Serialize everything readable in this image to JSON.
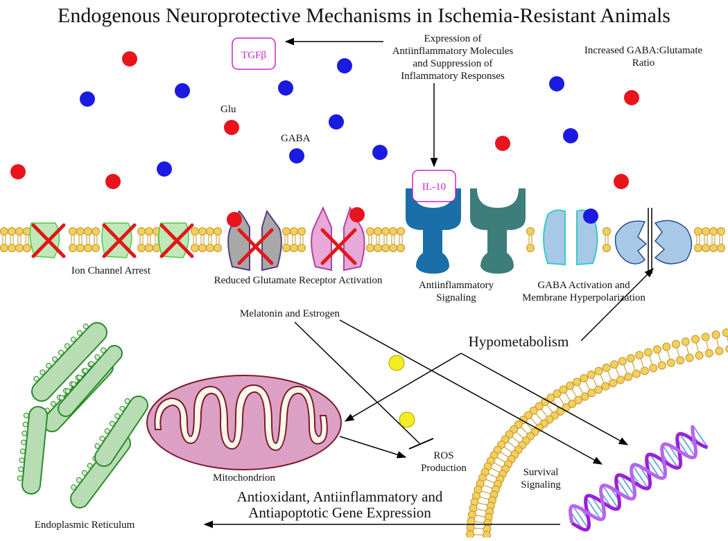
{
  "title": "Endogenous Neuroprotective Mechanisms in Ischemia-Resistant Animals",
  "labels": {
    "tgfb": "TGFβ",
    "expression_line1": "Expression of",
    "expression_line2": "Antiinflammatory Molecules",
    "expression_line3": "and Suppression of",
    "expression_line4": "Inflammatory Responses",
    "gaba_ratio_line1": "Increased GABA:Glutamate",
    "gaba_ratio_line2": "Ratio",
    "glu": "Glu",
    "gaba": "GABA",
    "il10": "IL-10",
    "ion_channel_arrest": "Ion Channel Arrest",
    "reduced_glutamate": "Reduced Glutamate Receptor Activation",
    "antiinflam_line1": "Antiinflammatory",
    "antiinflam_line2": "Signaling",
    "gaba_activation_line1": "GABA Activation and",
    "gaba_activation_line2": "Membrane Hyperpolarization",
    "melatonin_estrogen": "Melatonin and Estrogen",
    "hypometabolism": "Hypometabolism",
    "mitochondrion": "Mitochondrion",
    "ros_line1": "ROS",
    "ros_line2": "Production",
    "survival_line1": "Survival",
    "survival_line2": "Signaling",
    "gene_expr_line1": "Antioxidant, Antiinflammatory and",
    "gene_expr_line2": "Antiapoptotic Gene Expression",
    "er": "Endoplasmic Reticulum"
  },
  "colors": {
    "glutamate_dot": "#e8141c",
    "gaba_dot": "#1a1ae0",
    "ros_dot": "#f2ee22",
    "lipid_head": "#f0d060",
    "lipid_outline": "#c89020",
    "receptor_blue": "#1a6fa8",
    "receptor_teal": "#3d7d7a",
    "mito_fill": "#dca0c4",
    "er_fill": "#b8dcb4",
    "dna_purple": "#9a20d8",
    "il10_magenta": "#cc22cc"
  }
}
